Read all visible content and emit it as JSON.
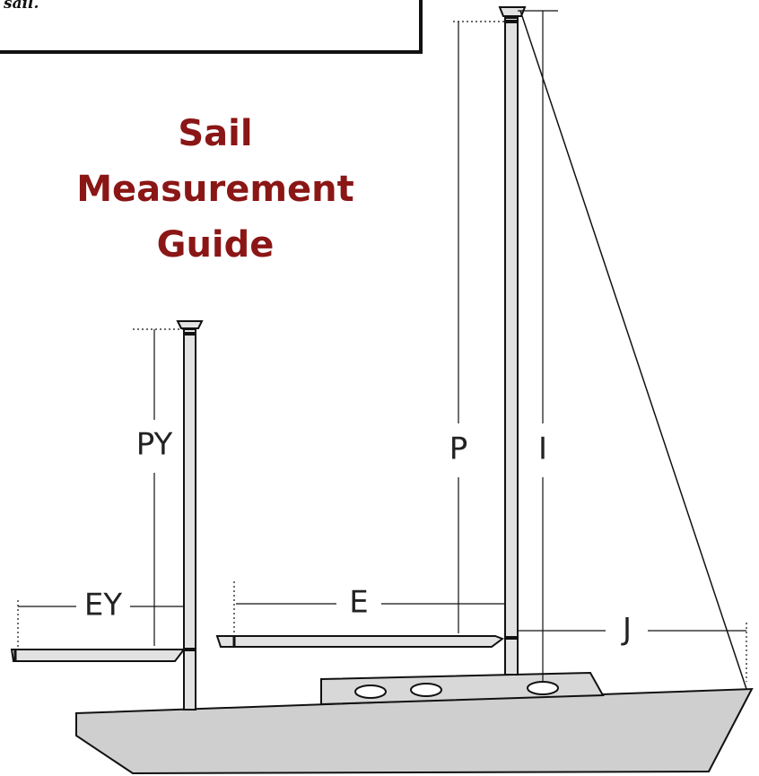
{
  "note": {
    "text": "sail."
  },
  "title": {
    "lines": [
      "Sail",
      "Measurement",
      "Guide"
    ],
    "color": "#8b1616"
  },
  "labels": {
    "py": "PY",
    "ey": "EY",
    "p": "P",
    "i": "I",
    "e": "E",
    "j": "J"
  },
  "colors": {
    "hull": "#cfcfcf",
    "spar": "#e2e2e2",
    "outline": "#111111",
    "text": "#222222"
  }
}
